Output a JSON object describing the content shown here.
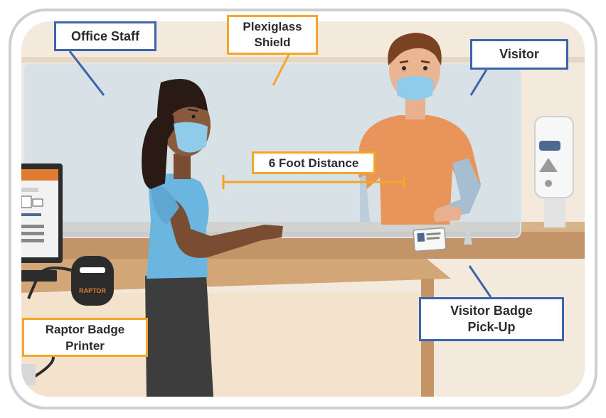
{
  "labels": {
    "office_staff": "Office Staff",
    "plexiglass_shield": "Plexiglass\nShield",
    "visitor": "Visitor",
    "six_foot_distance": "6 Foot Distance",
    "raptor_badge_printer": "Raptor Badge\nPrinter",
    "visitor_badge_pickup": "Visitor Badge\nPick-Up"
  },
  "printer_brand": "RAPTOR",
  "colors": {
    "callout_blue": "#3d63ac",
    "callout_orange": "#f4a62a",
    "wall": "#f4ebdf",
    "counter": "#c59a6b",
    "staff_shirt": "#6ab6e0",
    "visitor_shirt": "#e8945a",
    "mask": "#8fcbea"
  }
}
